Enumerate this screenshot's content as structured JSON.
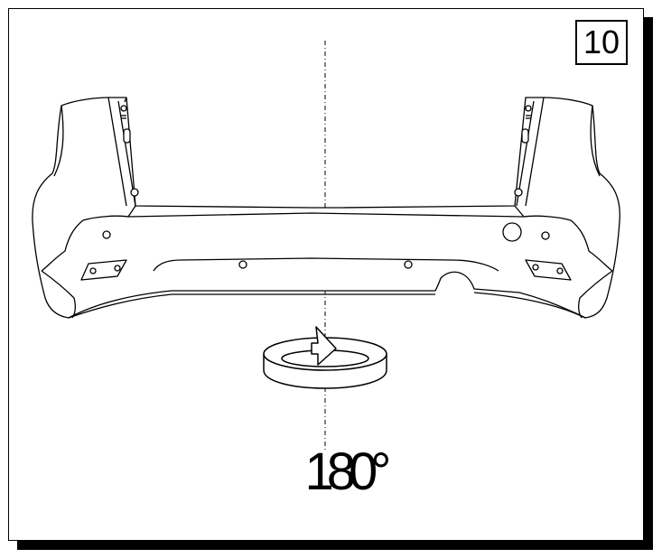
{
  "step": {
    "number": "10"
  },
  "rotation": {
    "label": "180°"
  },
  "icons": {
    "part": "rear-bumper-icon",
    "rotate": "rotate-arrow-icon",
    "axis": "rotation-axis-line"
  },
  "colors": {
    "line": "#000000",
    "background": "#ffffff",
    "shadow": "#000000"
  }
}
